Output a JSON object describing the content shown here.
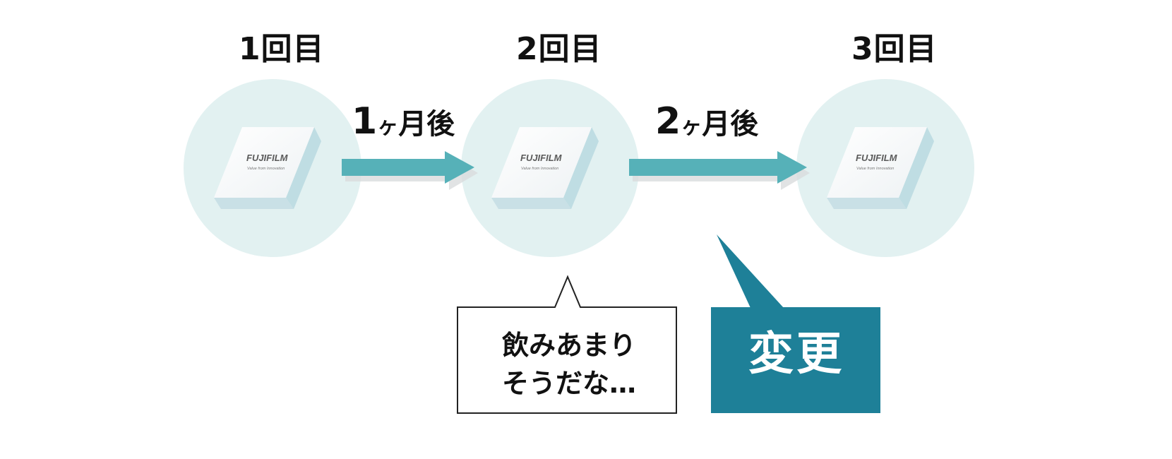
{
  "steps": [
    {
      "label": "1回目",
      "brand": "FUJIFILM",
      "tagline": "Value from Innovation"
    },
    {
      "label": "2回目",
      "brand": "FUJIFILM",
      "tagline": "Value from Innovation"
    },
    {
      "label": "3回目",
      "brand": "FUJIFILM",
      "tagline": "Value from Innovation"
    }
  ],
  "intervals": [
    {
      "num": "1",
      "small": "ヶ",
      "rest": "月後"
    },
    {
      "num": "2",
      "small": "ヶ",
      "rest": "月後"
    }
  ],
  "speech": {
    "line1": "飲みあまり",
    "line2": "そうだな…"
  },
  "change": {
    "label": "変更"
  },
  "colors": {
    "circle": "#e2f1f1",
    "arrow": "#56b1b8",
    "arrow_shadow": "#d9dcdd",
    "change_box": "#1e8098",
    "box_side": "#bfdde3"
  }
}
